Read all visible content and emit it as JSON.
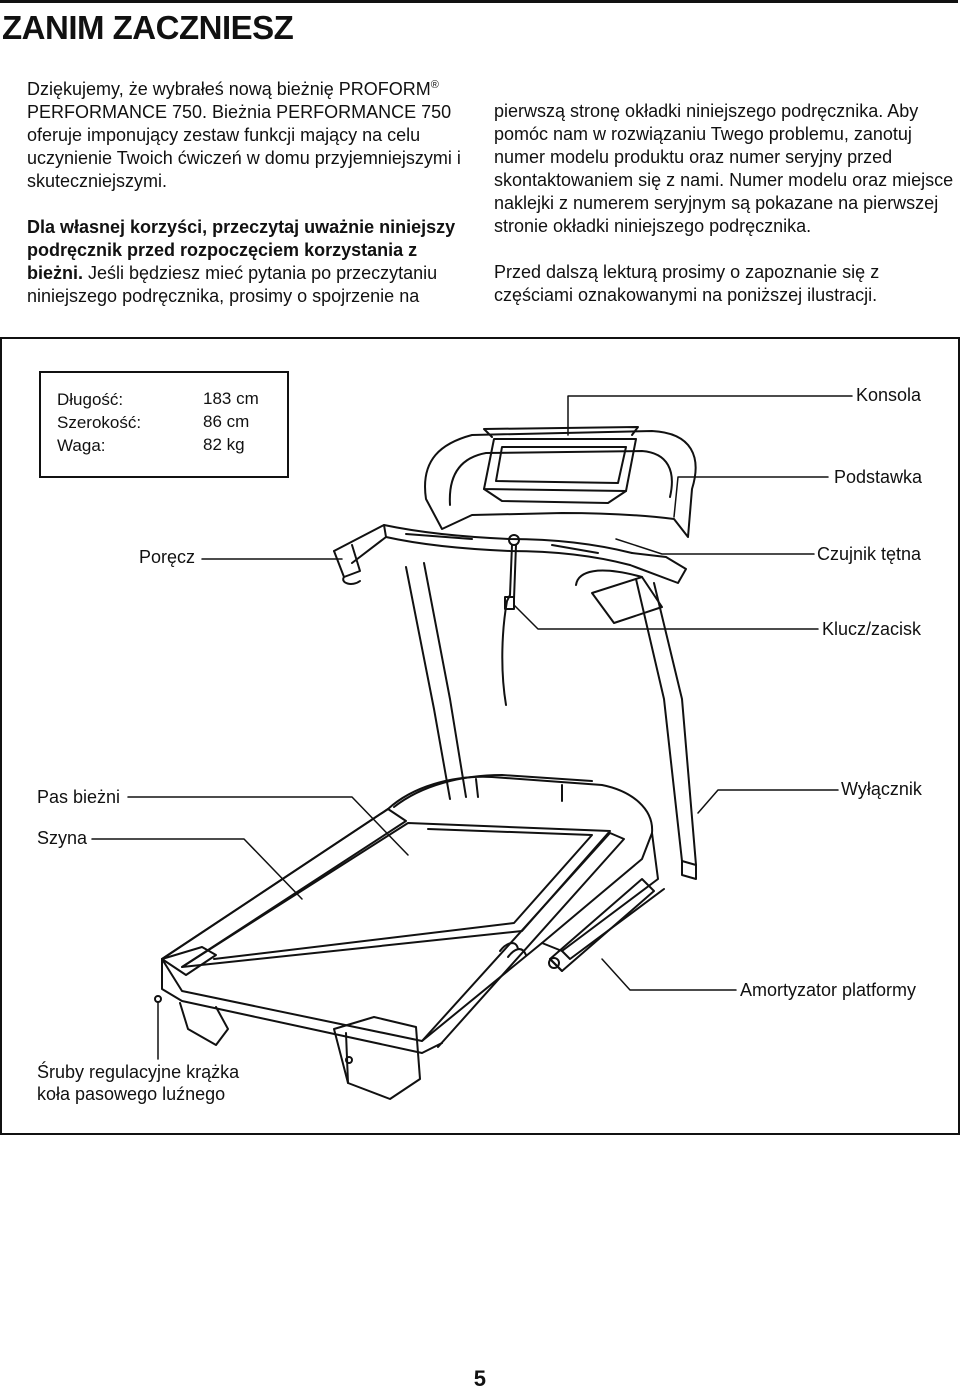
{
  "heading": "ZANIM ZACZNIESZ",
  "intro": {
    "p1_a": "Dziękujemy, że wybrałeś nową bieżnię PROFORM",
    "p1_sup": "®",
    "p1_b": " PERFORMANCE 750. Bieżnia PERFORMANCE 750 oferuje imponujący zestaw funkcji mający na celu uczynienie Twoich ćwiczeń w domu przyjemniejszymi i skuteczniejszymi.",
    "p2_bold": "Dla własnej korzyści, przeczytaj uważnie niniejszy podręcznik przed rozpoczęciem korzystania z bieżni.",
    "p2_rest": " Jeśli będziesz mieć pytania po przeczytaniu niniejszego podręcznika, prosimy o spojrzenie na",
    "p3": "pierwszą stronę okładki niniejszego podręcznika. Aby pomóc nam w rozwiązaniu Twego problemu, zanotuj numer modelu produktu oraz numer seryjny przed skontaktowaniem się z nami. Numer modelu oraz miejsce naklejki z numerem seryjnym są pokazane na pierwszej stronie okładki niniejszego podręcznika.",
    "p4": "Przed dalszą lekturą prosimy o zapoznanie się z częściami oznakowanymi na poniższej ilustracji."
  },
  "specs": [
    {
      "label": "Długość:",
      "value": "183 cm"
    },
    {
      "label": "Szerokość:",
      "value": "86 cm"
    },
    {
      "label": "Waga:",
      "value": "82 kg"
    }
  ],
  "labels": {
    "konsola": "Konsola",
    "podstawka": "Podstawka",
    "porecz": "Poręcz",
    "czujnik": "Czujnik tętna",
    "klucz": "Klucz/zacisk",
    "pas": "Pas bieżni",
    "wylacznik": "Wyłącznik",
    "szyna": "Szyna",
    "amortyzator": "Amortyzator platformy",
    "sruby_1": "Śruby regulacyjne krążka",
    "sruby_2": "koła pasowego luźnego"
  },
  "page_number": "5"
}
